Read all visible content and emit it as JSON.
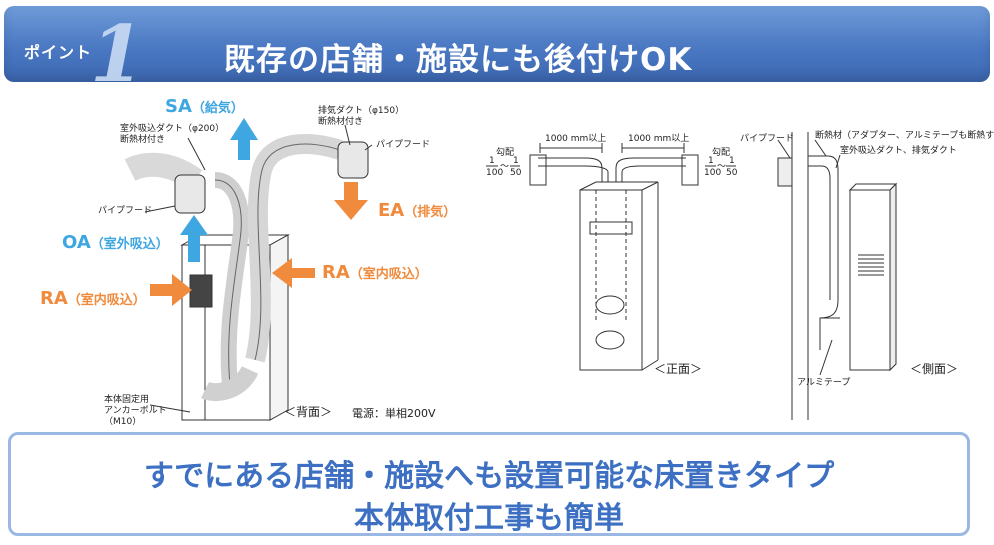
{
  "header": {
    "point_label": "ポイント",
    "point_number": "1",
    "title": "既存の店舗・施設にも後付けOK"
  },
  "rear_view": {
    "sa": {
      "code": "SA",
      "sub": "（給気）"
    },
    "ea": {
      "code": "EA",
      "sub": "（排気）"
    },
    "oa": {
      "code": "OA",
      "sub": "（室外吸込）"
    },
    "ra_right": {
      "code": "RA",
      "sub": "（室内吸込）"
    },
    "ra_left": {
      "code": "RA",
      "sub": "（室内吸込）"
    },
    "exhaust_duct": "排気ダクト（φ150）",
    "exhaust_duct_2": "断熱材付き",
    "outdoor_duct": "室外吸込ダクト（φ200）",
    "outdoor_duct_2": "断熱材付き",
    "pipe_hood_right": "パイプフード",
    "pipe_hood_left": "パイプフード",
    "anchor_1": "本体固定用",
    "anchor_2": "アンカーボルト",
    "anchor_3": "（M10）",
    "caption": "＜背面＞",
    "power": "電源：単相200V"
  },
  "front_view": {
    "dim_left": "1000 mm以上",
    "dim_right": "1000 mm以上",
    "slope_left": "勾配",
    "slope_right": "勾配",
    "frac_num": "1",
    "frac_den_left": "100",
    "frac_den_right": "50",
    "tilde": "～",
    "caption": "＜正面＞"
  },
  "side_view": {
    "pipe_hood": "パイプフード",
    "insulation": "断熱材（アダプター、アルミテープも断熱する）",
    "duct": "室外吸込ダクト、排気ダクト",
    "aluminum_tape": "アルミテープ",
    "caption": "＜側面＞"
  },
  "bottom": {
    "line1": "すでにある店舗・施設へも設置可能な床置きタイプ",
    "line2": "本体取付工事も簡単"
  },
  "colors": {
    "banner": "#4a78c2",
    "orange": "#f08a3c",
    "blue": "#3ea6e0",
    "bottom_text": "#3d70c2"
  }
}
